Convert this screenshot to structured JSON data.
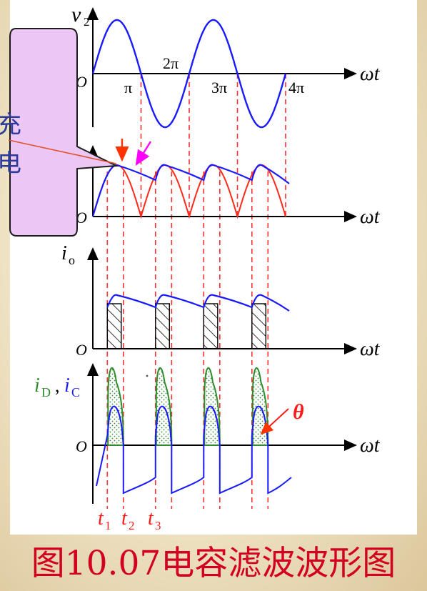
{
  "figure": {
    "caption": "图10.07电容滤波波形图",
    "labels": {
      "v2": "v",
      "v2_sub": "2",
      "origin": "O",
      "pi": "π",
      "two_pi": "2π",
      "three_pi": "3π",
      "four_pi": "4π",
      "omega_t": "ωt",
      "i0": "i",
      "i0_sub": "o",
      "iD": "i",
      "iD_sub": "D",
      "comma": ",",
      "iC": "i",
      "iC_sub": "C",
      "theta": "θ",
      "t1": "t",
      "t1_sub": "1",
      "t2": "t",
      "t2_sub": "2",
      "t3": "t",
      "t3_sub": "3"
    },
    "callout": {
      "line1": "充",
      "line2": "电"
    },
    "colors": {
      "sine": "#1a1aff",
      "rectified": "#ff2a1a",
      "dashed": "#ff3030",
      "arrow_red": "#ff3300",
      "arrow_magenta": "#ff00ff",
      "fill_green": "#2e8b2e",
      "callout_fill": "#ecc6f4",
      "caption": "#d2001e"
    }
  }
}
